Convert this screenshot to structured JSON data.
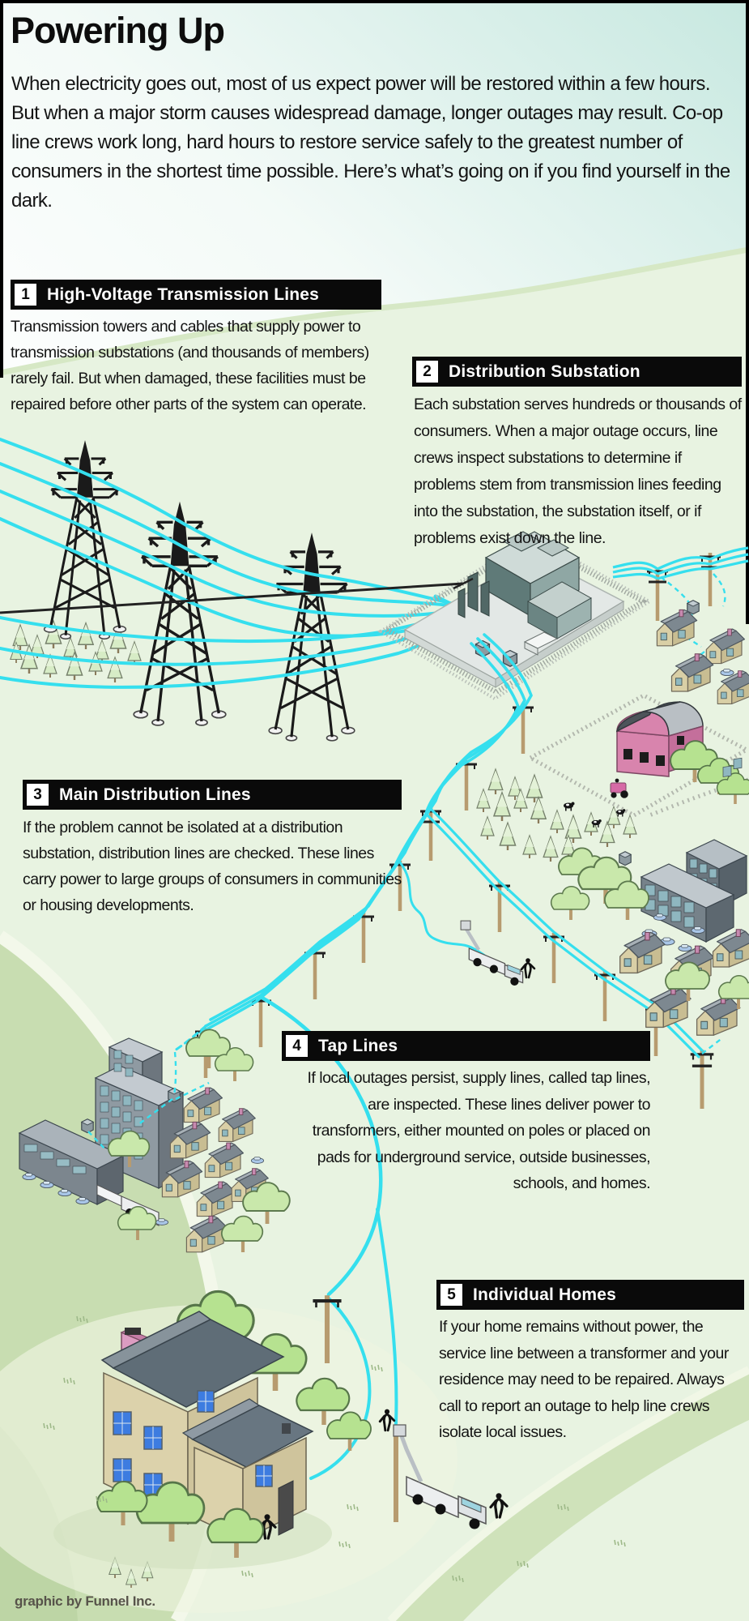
{
  "header": {
    "title": "Powering Up",
    "intro": "When electricity goes out, most of us expect power will be restored within a few hours. But when a major storm causes widespread damage, longer outages may result. Co-op line crews work long, hard hours to restore service safely to the greatest number of consumers in the shortest time possible. Here’s what’s going on if you find yourself in the dark."
  },
  "sections": [
    {
      "number": "1",
      "title": "High-Voltage Transmission Lines",
      "body": "Transmission towers and cables that supply power to transmission substations (and thousands of members) rarely fail. But when damaged, these facilities must be repaired before other parts of the system can operate."
    },
    {
      "number": "2",
      "title": "Distribution Substation",
      "body": "Each substation serves hundreds or thousands of consumers. When a major outage occurs, line crews inspect substations to determine if problems stem from transmission lines feeding into the substation, the substation itself, or if problems exist down the line."
    },
    {
      "number": "3",
      "title": "Main Distribution Lines",
      "body": "If the problem cannot be isolated at a distribution substation, distribution lines are checked. These lines carry power to large groups of consumers in communities or housing developments."
    },
    {
      "number": "4",
      "title": "Tap Lines",
      "body": "If local outages persist, supply lines, called tap lines, are inspected. These lines deliver power to transformers, either mounted on poles or placed on pads for underground service, outside businesses, schools, and homes."
    },
    {
      "number": "5",
      "title": "Individual Homes",
      "body": "If your home remains without power, the service line between a transformer and your residence may need to be repaired. Always call to report an outage to help line crews isolate local issues."
    }
  ],
  "credit": "graphic by Funnel Inc.",
  "colors": {
    "power_line_cyan": "#35dfee",
    "header_bar_black": "#0a0a0a",
    "sky_mint": "#c9e9e2",
    "ground_green": "#e8f3e1",
    "band_green": "#c8ddb1",
    "house_tan": "#d9cfa6",
    "roof_gray": "#5f6d77",
    "barn_pink": "#d884ad"
  },
  "icons": {
    "transmission-tower-icon": "lattice pylon",
    "power-pole-icon": "pole with crossarm",
    "substation-icon": "fenced equipment yard",
    "house-icon": "isometric house",
    "barn-icon": "round-roof barn",
    "school-building-icon": "office block",
    "apartment-tower-icon": "high-rise",
    "bucket-truck-icon": "line crew truck",
    "tree-icon": "deciduous tree",
    "pine-icon": "pine tree",
    "person-icon": "worker silhouette"
  }
}
